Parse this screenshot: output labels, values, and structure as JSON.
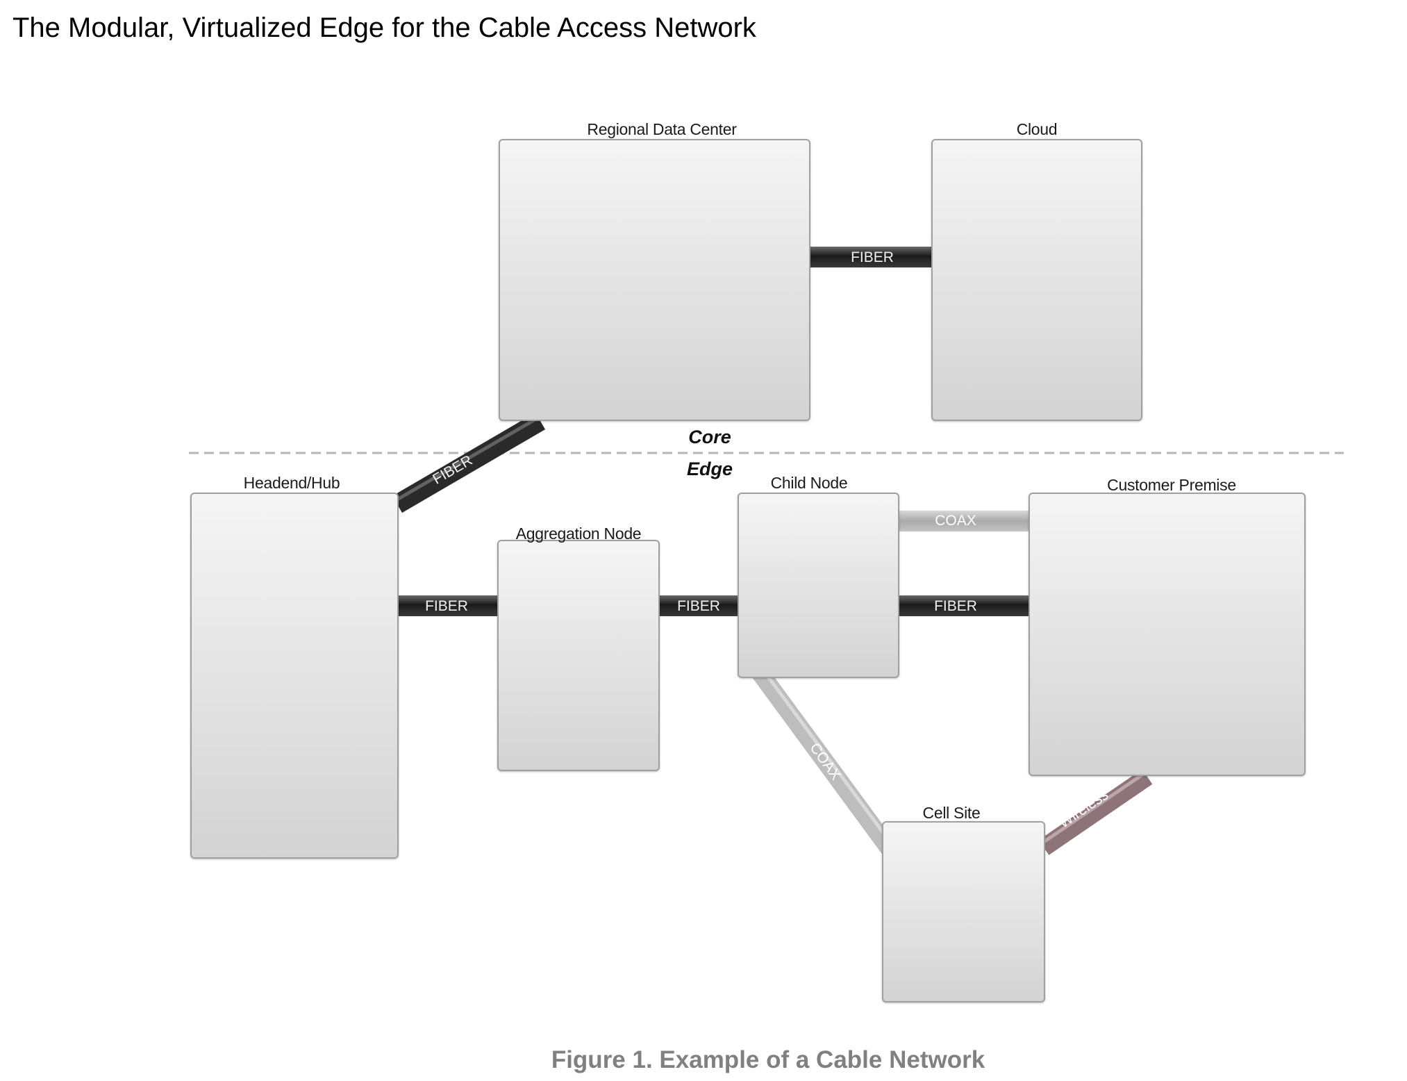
{
  "title": "The Modular, Virtualized Edge for the Cable Access Network",
  "zones": {
    "core": "Core",
    "edge": "Edge"
  },
  "nodes": {
    "regional_data_center": "Regional Data Center",
    "cloud": "Cloud",
    "headend_hub": "Headend/Hub",
    "aggregation_node": "Aggregation Node",
    "child_node": "Child Node",
    "customer_premise": "Customer Premise",
    "cell_site": "Cell Site"
  },
  "links": {
    "rdc_cloud": "FIBER",
    "hub_rdc": "FIBER",
    "hub_agg": "FIBER",
    "agg_child": "FIBER",
    "child_cp_coax": "COAX",
    "child_cp_fiber": "FIBER",
    "child_cell": "COAX",
    "cell_cp": "Wireless"
  },
  "caption": "Figure 1. Example of a Cable Network",
  "colors": {
    "fiber": "#1f1f1f",
    "coax": "#b5b5b5",
    "wireless": "#8a6f75",
    "box_fill_top": "#f4f4f4",
    "box_fill_bottom": "#d2d2d2",
    "box_border": "#9a9a9a",
    "divider": "#b0b0b0",
    "caption": "#808080"
  }
}
